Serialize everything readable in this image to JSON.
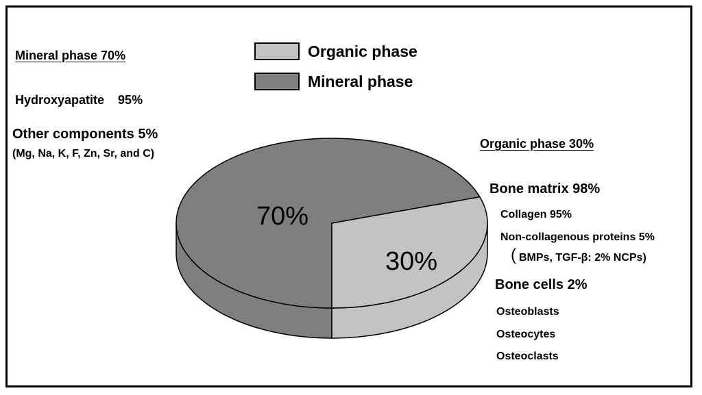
{
  "chart_data": {
    "type": "pie",
    "style": "3d",
    "slices": [
      {
        "label": "Organic phase",
        "value": 30,
        "color": "#c3c3c3",
        "side_color": "#c3c3c3",
        "data_label": "30%"
      },
      {
        "label": "Mineral phase",
        "value": 70,
        "color": "#7f7f7f",
        "side_color": "#7f7f7f",
        "data_label": "70%"
      }
    ],
    "legend": {
      "placement": "top-center",
      "entries": [
        "Organic phase",
        "Mineral phase"
      ]
    }
  },
  "annotations": {
    "mineral": {
      "heading": "Mineral phase 70%",
      "hydroxyapatite": "Hydroxyapatite    95%",
      "other_components": "Other components 5%",
      "other_detail": "(Mg, Na, K, F, Zn, Sr, and C)"
    },
    "organic": {
      "heading": "Organic phase 30%",
      "bone_matrix": "Bone matrix 98%",
      "collagen": "Collagen 95%",
      "ncp": "Non-collagenous proteins 5%",
      "ncp_detail_paren": "(",
      "ncp_detail": "BMPs, TGF-β: 2% NCPs)",
      "bone_cells": "Bone cells 2%",
      "cells": [
        "Osteoblasts",
        "Osteocytes",
        "Osteoclasts"
      ]
    }
  }
}
